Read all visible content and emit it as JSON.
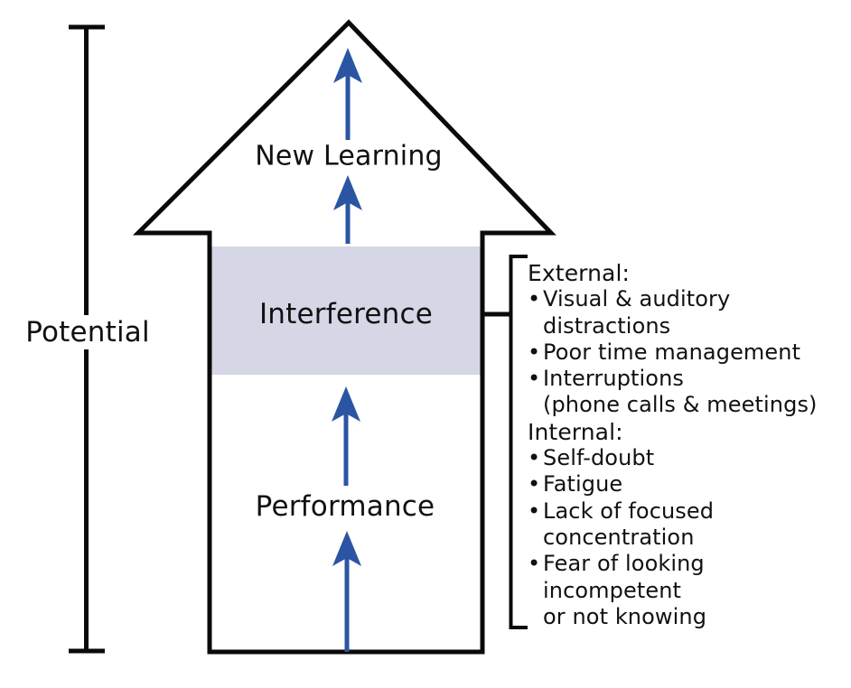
{
  "labels": {
    "potential": "Potential",
    "new_learning": "New Learning",
    "interference": "Interference",
    "performance": "Performance"
  },
  "panel": {
    "bullet_char": "•",
    "lines": [
      {
        "kind": "header",
        "text": "External:"
      },
      {
        "kind": "bullet",
        "text": "Visual & auditory"
      },
      {
        "kind": "cont",
        "text": "distractions"
      },
      {
        "kind": "bullet",
        "text": "Poor time management"
      },
      {
        "kind": "bullet",
        "text": "Interruptions"
      },
      {
        "kind": "cont",
        "text": "(phone calls & meetings)"
      },
      {
        "kind": "header",
        "text": "Internal:"
      },
      {
        "kind": "bullet",
        "text": "Self-doubt"
      },
      {
        "kind": "bullet",
        "text": "Fatigue"
      },
      {
        "kind": "bullet",
        "text": "Lack of focused"
      },
      {
        "kind": "cont",
        "text": "concentration"
      },
      {
        "kind": "bullet",
        "text": "Fear of looking"
      },
      {
        "kind": "cont",
        "text": "incompetent"
      },
      {
        "kind": "cont",
        "text": "or not knowing"
      }
    ]
  },
  "colors": {
    "outline": "#0a0a0a",
    "arrow_blue": "#2b55a3",
    "band": "#d5d6e6"
  }
}
